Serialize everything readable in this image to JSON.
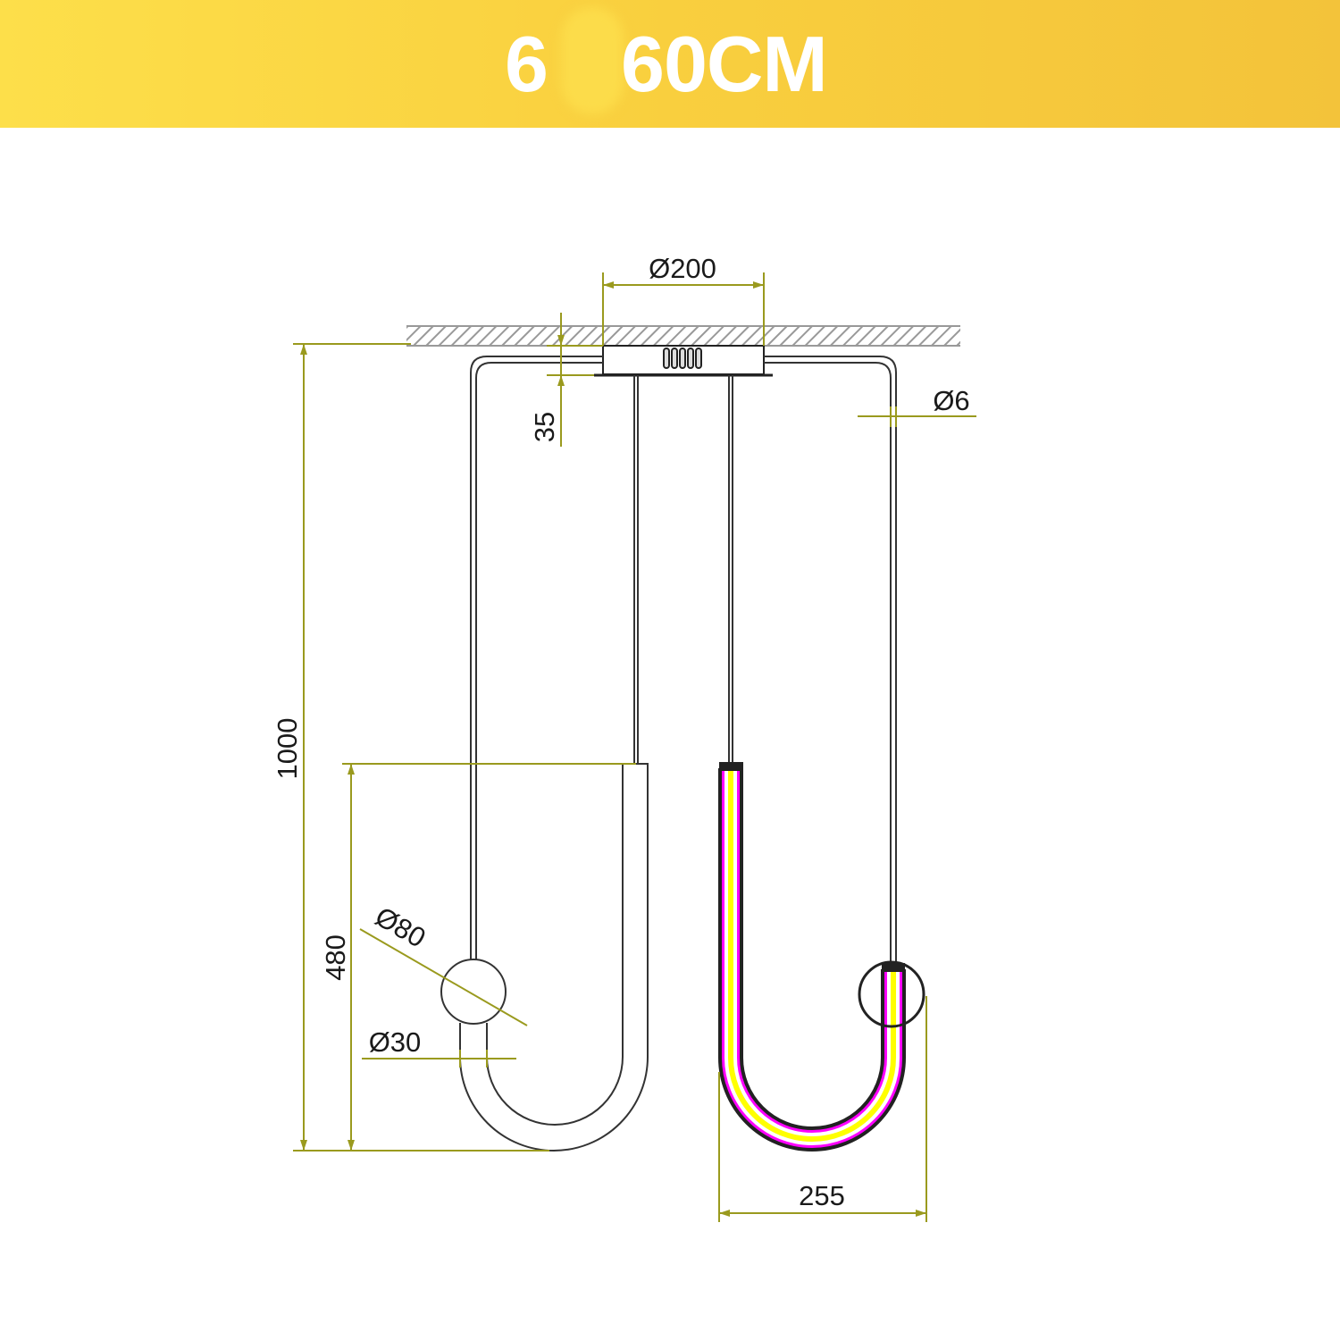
{
  "header": {
    "prefix": "6",
    "size": "60CM"
  },
  "dimensions": {
    "canopy_diameter": "Ø200",
    "canopy_height": "35",
    "wire_diameter": "Ø6",
    "total_height": "1000",
    "tube_height": "480",
    "ball_diameter": "Ø80",
    "tube_diameter": "Ø30",
    "u_width": "255"
  },
  "colors": {
    "dimension": "#9a9a1e",
    "led_outline": "#ff00ff",
    "led_core": "#ffff00",
    "header": "#f9cf3e"
  }
}
